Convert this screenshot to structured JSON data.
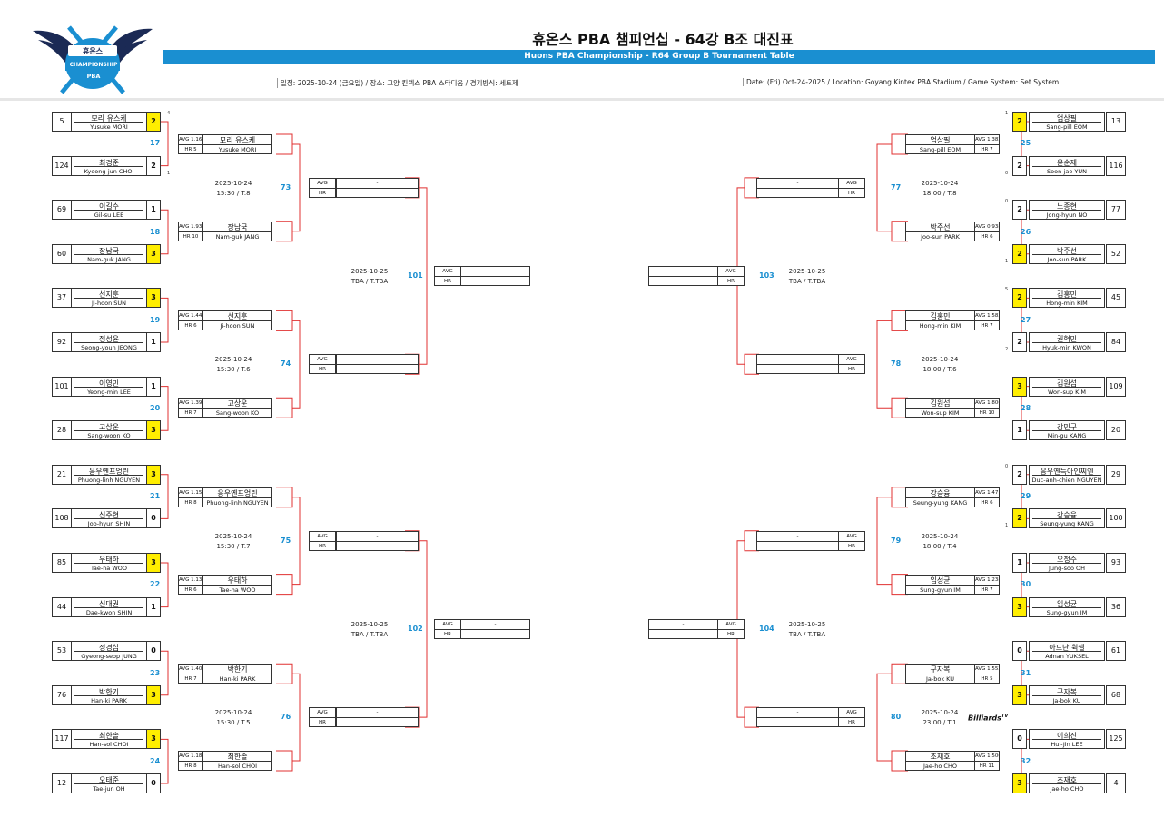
{
  "header": {
    "title": "휴온스 PBA 챔피언십 - 64강 B조 대진표",
    "subtitle": "Huons PBA Championship - R64 Group B Tournament Table",
    "info_ko": "일정: 2025-10-24 (금요일) / 장소: 고양 킨텍스 PBA 스타디움 / 경기방식: 세트제",
    "info_en": "Date: (Fri) Oct-24-2025 / Location: Goyang Kintex PBA Stadium / Game System: Set System",
    "logo": {
      "line1": "휴온스",
      "line2": "CHAMPIONSHIP",
      "line3": "PBA"
    }
  },
  "labels": {
    "avg": "AVG",
    "hr": "HR",
    "dash": "-"
  },
  "tv_logo": {
    "text": "Billiards",
    "sup": "TV"
  },
  "left_r64": [
    {
      "seed": "5",
      "ko": "모리 유스케",
      "en": "Yusuke MORI",
      "score": "2",
      "win": true,
      "sets": "4"
    },
    {
      "seed": "124",
      "ko": "최경준",
      "en": "Kyeong-jun CHOI",
      "score": "2",
      "win": false,
      "sets": "1"
    },
    {
      "seed": "69",
      "ko": "이길수",
      "en": "Gil-su LEE",
      "score": "1",
      "win": false,
      "sets": ""
    },
    {
      "seed": "60",
      "ko": "장남국",
      "en": "Nam-guk JANG",
      "score": "3",
      "win": true,
      "sets": ""
    },
    {
      "seed": "37",
      "ko": "선지훈",
      "en": "Ji-hoon SUN",
      "score": "3",
      "win": true,
      "sets": ""
    },
    {
      "seed": "92",
      "ko": "정성윤",
      "en": "Seong-youn JEONG",
      "score": "1",
      "win": false,
      "sets": ""
    },
    {
      "seed": "101",
      "ko": "이영민",
      "en": "Yeong-min LEE",
      "score": "1",
      "win": false,
      "sets": ""
    },
    {
      "seed": "28",
      "ko": "고상운",
      "en": "Sang-woon KO",
      "score": "3",
      "win": true,
      "sets": ""
    },
    {
      "seed": "21",
      "ko": "응우옌프엉린",
      "en": "Phuong-linh NGUYEN",
      "score": "3",
      "win": true,
      "sets": ""
    },
    {
      "seed": "108",
      "ko": "신주현",
      "en": "Joo-hyun SHIN",
      "score": "0",
      "win": false,
      "sets": ""
    },
    {
      "seed": "85",
      "ko": "우태하",
      "en": "Tae-ha WOO",
      "score": "3",
      "win": true,
      "sets": ""
    },
    {
      "seed": "44",
      "ko": "신대권",
      "en": "Dae-kwon SHIN",
      "score": "1",
      "win": false,
      "sets": ""
    },
    {
      "seed": "53",
      "ko": "정경섭",
      "en": "Gyeong-seop JUNG",
      "score": "0",
      "win": false,
      "sets": ""
    },
    {
      "seed": "76",
      "ko": "박한기",
      "en": "Han-ki PARK",
      "score": "3",
      "win": true,
      "sets": ""
    },
    {
      "seed": "117",
      "ko": "최한솔",
      "en": "Han-sol CHOI",
      "score": "3",
      "win": true,
      "sets": ""
    },
    {
      "seed": "12",
      "ko": "오태준",
      "en": "Tae-jun OH",
      "score": "0",
      "win": false,
      "sets": ""
    }
  ],
  "right_r64": [
    {
      "seed": "13",
      "ko": "엄상필",
      "en": "Sang-pill EOM",
      "score": "2",
      "win": true,
      "sets": "1"
    },
    {
      "seed": "116",
      "ko": "윤순재",
      "en": "Soon-jae YUN",
      "score": "2",
      "win": false,
      "sets": "0"
    },
    {
      "seed": "77",
      "ko": "노종현",
      "en": "Jong-hyun NO",
      "score": "2",
      "win": false,
      "sets": "0"
    },
    {
      "seed": "52",
      "ko": "박주선",
      "en": "Joo-sun PARK",
      "score": "2",
      "win": true,
      "sets": "1"
    },
    {
      "seed": "45",
      "ko": "김홍민",
      "en": "Hong-min KIM",
      "score": "2",
      "win": true,
      "sets": "5"
    },
    {
      "seed": "84",
      "ko": "권혁민",
      "en": "Hyuk-min KWON",
      "score": "2",
      "win": false,
      "sets": "2"
    },
    {
      "seed": "109",
      "ko": "김원섭",
      "en": "Won-sup KIM",
      "score": "3",
      "win": true,
      "sets": ""
    },
    {
      "seed": "20",
      "ko": "강민구",
      "en": "Min-gu KANG",
      "score": "1",
      "win": false,
      "sets": ""
    },
    {
      "seed": "29",
      "ko": "응우옌득아인찌엔",
      "en": "Duc-anh-chien NGUYEN",
      "score": "2",
      "win": false,
      "sets": "0"
    },
    {
      "seed": "100",
      "ko": "강승융",
      "en": "Seung-yung KANG",
      "score": "2",
      "win": true,
      "sets": "1"
    },
    {
      "seed": "93",
      "ko": "오정수",
      "en": "Jung-soo OH",
      "score": "1",
      "win": false,
      "sets": ""
    },
    {
      "seed": "36",
      "ko": "임성균",
      "en": "Sung-gyun IM",
      "score": "3",
      "win": true,
      "sets": ""
    },
    {
      "seed": "61",
      "ko": "아드난 윅셀",
      "en": "Adnan YUKSEL",
      "score": "0",
      "win": false,
      "sets": ""
    },
    {
      "seed": "68",
      "ko": "구자복",
      "en": "Ja-bok KU",
      "score": "3",
      "win": true,
      "sets": ""
    },
    {
      "seed": "125",
      "ko": "이희진",
      "en": "Hui-Jin LEE",
      "score": "0",
      "win": false,
      "sets": ""
    },
    {
      "seed": "4",
      "ko": "조재호",
      "en": "Jae-ho CHO",
      "score": "3",
      "win": true,
      "sets": ""
    }
  ],
  "left_matches_r64": [
    "17",
    "18",
    "19",
    "20",
    "21",
    "22",
    "23",
    "24"
  ],
  "right_matches_r64": [
    "25",
    "26",
    "27",
    "28",
    "29",
    "30",
    "31",
    "32"
  ],
  "left_r32": [
    {
      "avg": "AVG 1.167",
      "hr": "HR 5",
      "ko": "모리 유스케",
      "en": "Yusuke MORI"
    },
    {
      "avg": "AVG 1.933",
      "hr": "HR 10",
      "ko": "장남국",
      "en": "Nam-guk JANG"
    },
    {
      "avg": "AVG 1.444",
      "hr": "HR 6",
      "ko": "선지훈",
      "en": "Ji-hoon SUN"
    },
    {
      "avg": "AVG 1.394",
      "hr": "HR 7",
      "ko": "고상운",
      "en": "Sang-woon KO"
    },
    {
      "avg": "AVG 1.154",
      "hr": "HR 8",
      "ko": "응우옌프엉린",
      "en": "Phuong-linh NGUYEN"
    },
    {
      "avg": "AVG 1.135",
      "hr": "HR 6",
      "ko": "우태하",
      "en": "Tae-ha WOO"
    },
    {
      "avg": "AVG 1.406",
      "hr": "HR 7",
      "ko": "박한기",
      "en": "Han-ki PARK"
    },
    {
      "avg": "AVG 1.184",
      "hr": "HR 8",
      "ko": "최한솔",
      "en": "Han-sol CHOI"
    }
  ],
  "right_r32": [
    {
      "avg": "AVG 1.382",
      "hr": "HR 7",
      "ko": "엄상필",
      "en": "Sang-pill EOM"
    },
    {
      "avg": "AVG 0.938",
      "hr": "HR 6",
      "ko": "박주선",
      "en": "Joo-sun PARK"
    },
    {
      "avg": "AVG 1.583",
      "hr": "HR 7",
      "ko": "김홍민",
      "en": "Hong-min KIM"
    },
    {
      "avg": "AVG 1.806",
      "hr": "HR 10",
      "ko": "김원섭",
      "en": "Won-sup KIM"
    },
    {
      "avg": "AVG 1.471",
      "hr": "HR 6",
      "ko": "강승융",
      "en": "Seung-yung KANG"
    },
    {
      "avg": "AVG 1.238",
      "hr": "HR 7",
      "ko": "임성균",
      "en": "Sung-gyun IM"
    },
    {
      "avg": "AVG 1.552",
      "hr": "HR 5",
      "ko": "구자복",
      "en": "Ja-bok KU"
    },
    {
      "avg": "AVG 1.500",
      "hr": "HR 11",
      "ko": "조재호",
      "en": "Jae-ho CHO"
    }
  ],
  "left_r32_matches": [
    {
      "no": "73",
      "date": "2025-10-24",
      "time": "15:30 / T.8"
    },
    {
      "no": "74",
      "date": "2025-10-24",
      "time": "15:30 / T.6"
    },
    {
      "no": "75",
      "date": "2025-10-24",
      "time": "15:30 / T.7"
    },
    {
      "no": "76",
      "date": "2025-10-24",
      "time": "15:30 / T.5"
    }
  ],
  "right_r32_matches": [
    {
      "no": "77",
      "date": "2025-10-24",
      "time": "18:00 / T.8"
    },
    {
      "no": "78",
      "date": "2025-10-24",
      "time": "18:00 / T.6"
    },
    {
      "no": "79",
      "date": "2025-10-24",
      "time": "18:00 / T.4"
    },
    {
      "no": "80",
      "date": "2025-10-24",
      "time": "23:00 / T.1"
    }
  ],
  "left_r16_matches": [
    {
      "no": "101",
      "date": "2025-10-25",
      "time": "TBA / T.TBA"
    },
    {
      "no": "102",
      "date": "2025-10-25",
      "time": "TBA / T.TBA"
    }
  ],
  "right_r16_matches": [
    {
      "no": "103",
      "date": "2025-10-25",
      "time": "TBA / T.TBA"
    },
    {
      "no": "104",
      "date": "2025-10-25",
      "time": "TBA / T.TBA"
    }
  ],
  "colors": {
    "accent": "#1a8fd1",
    "winner": "#ffee00",
    "bracket": "#e03030"
  }
}
